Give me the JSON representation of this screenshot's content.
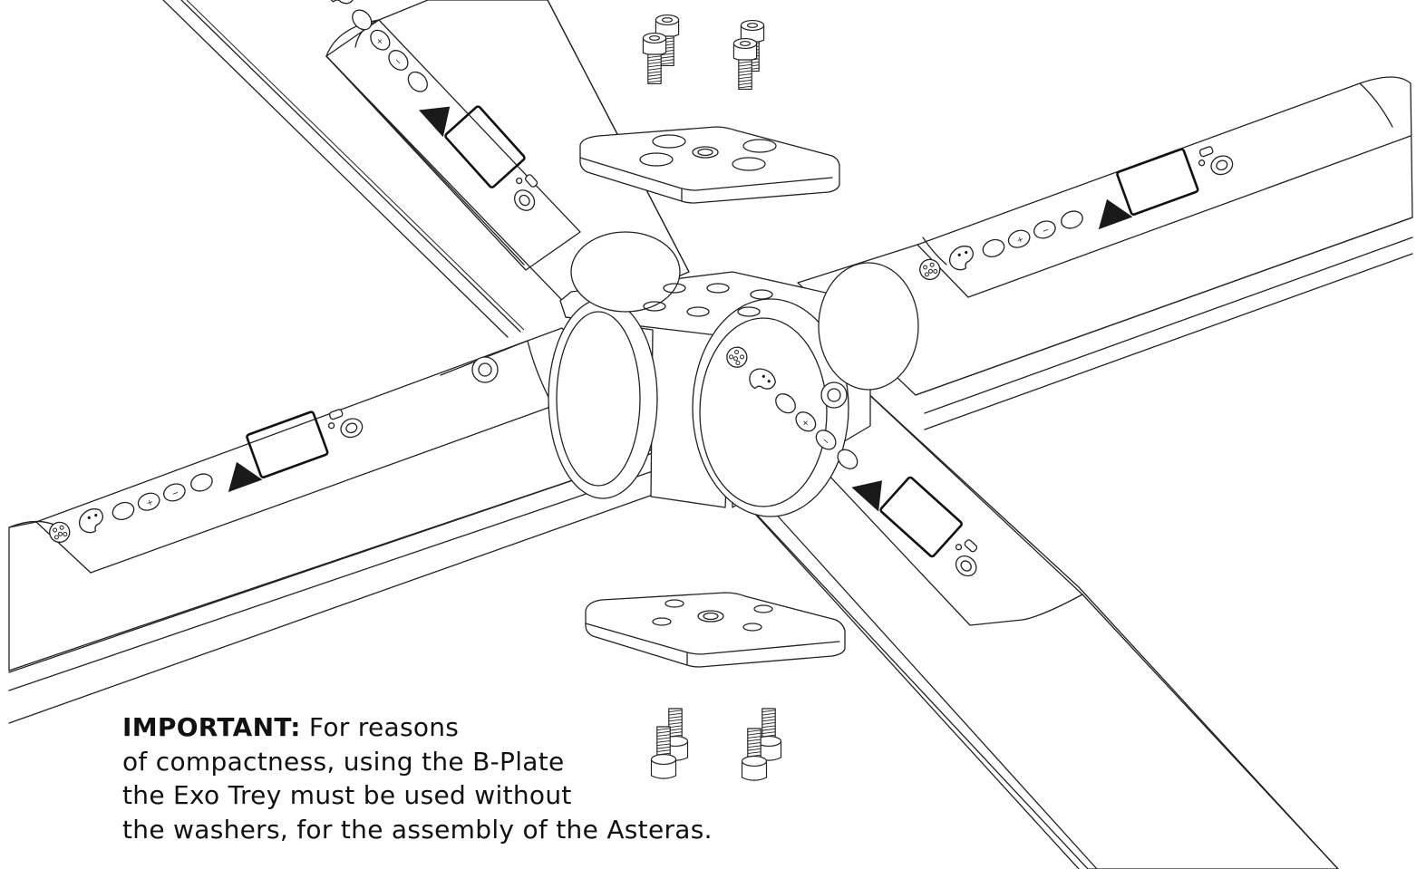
{
  "note": {
    "label": "IMPORTANT:",
    "lines": [
      "For reasons",
      "of compactness, using the B-Plate",
      "the Exo Trey must be used without",
      "the washers, for the assembly of the Asteras."
    ]
  },
  "panel": {
    "plus_symbol": "+",
    "minus_symbol": "−"
  }
}
